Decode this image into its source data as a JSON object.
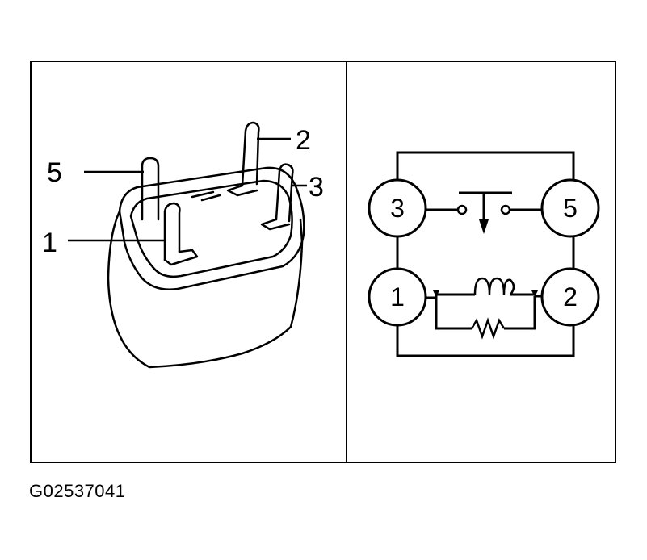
{
  "relay": {
    "pin_labels": {
      "pin5": "5",
      "pin2": "2",
      "pin3": "3",
      "pin1": "1"
    }
  },
  "schematic": {
    "terminal_labels": {
      "t3": "3",
      "t5": "5",
      "t1": "1",
      "t2": "2"
    }
  },
  "figure_code": "G02537041",
  "colors": {
    "ink": "#000000",
    "paper": "#ffffff"
  }
}
